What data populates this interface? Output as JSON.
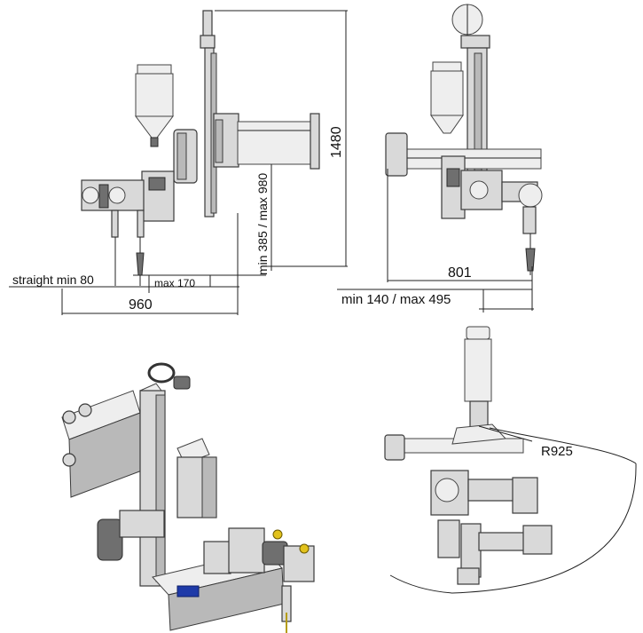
{
  "dimensions": {
    "straight_min": "straight min 80",
    "max_170": "max 170",
    "width_960": "960",
    "height_range": "min 385 / max 980",
    "height_1480": "1480",
    "width_801": "801",
    "reach_range": "min 140 / max 495",
    "radius": "R925"
  }
}
